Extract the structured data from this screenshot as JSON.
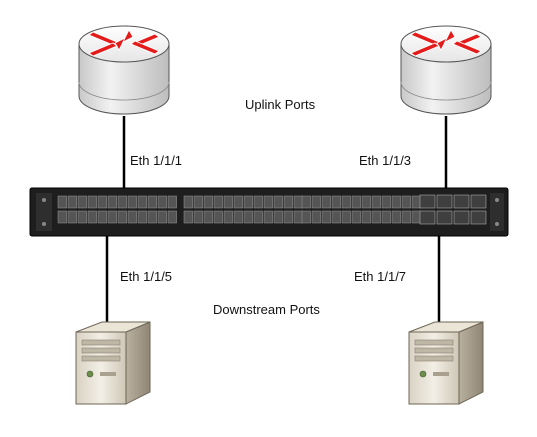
{
  "labels": {
    "uplink_ports": "Uplink Ports",
    "downstream_ports": "Downstream Ports",
    "port_top_left": "Eth 1/1/1",
    "port_top_right": "Eth 1/1/3",
    "port_bottom_left": "Eth 1/1/5",
    "port_bottom_right": "Eth 1/1/7"
  },
  "icons": {
    "router": "router-icon",
    "switch": "network-switch-icon",
    "server": "server-tower-icon"
  },
  "colors": {
    "router_arrow": "#e31b1b",
    "link": "#000000",
    "switch_body": "#2b2b2b"
  }
}
